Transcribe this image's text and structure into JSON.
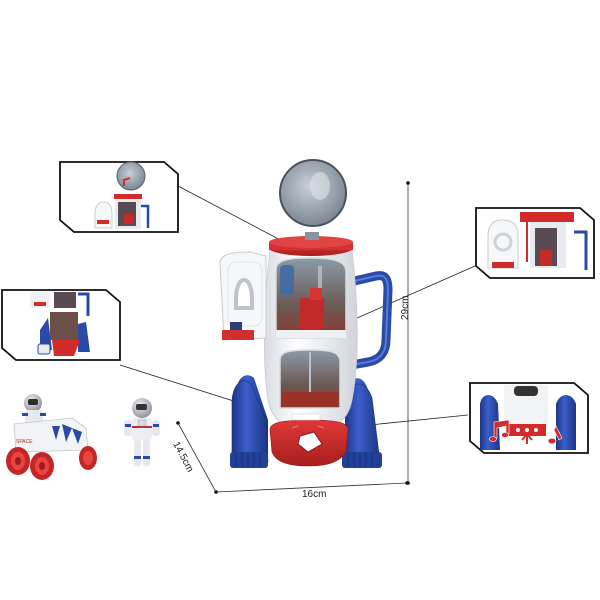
{
  "product": {
    "name": "toy-space-rocket-playset",
    "colors": {
      "body_white": "#f4f5f7",
      "rocket_blue": "#2a4aa8",
      "rocket_blue_dark": "#1c3585",
      "accent_red": "#d22b2b",
      "accent_red_dark": "#a81e1e",
      "dome_gray": "#9aa3ad",
      "window_dark": "#5a4a48",
      "outline_black": "#1a1a1a"
    }
  },
  "dimensions": {
    "height_label": "29cm",
    "width_label": "16cm",
    "depth_label": "14.5cm"
  },
  "callouts": [
    {
      "id": "dome-lid",
      "position": "top-left",
      "feature": "opening dome lid"
    },
    {
      "id": "elevator",
      "position": "right",
      "feature": "elevator lift"
    },
    {
      "id": "launch-ramp",
      "position": "left",
      "feature": "drop ramp with vehicle"
    },
    {
      "id": "sound-lights",
      "position": "bottom-right",
      "feature": "sound and light button"
    }
  ],
  "accessories": [
    {
      "id": "rover",
      "label": "SPACE rover with astronaut"
    },
    {
      "id": "astronaut",
      "label": "astronaut figure"
    }
  ],
  "rover_text": "SPACE"
}
